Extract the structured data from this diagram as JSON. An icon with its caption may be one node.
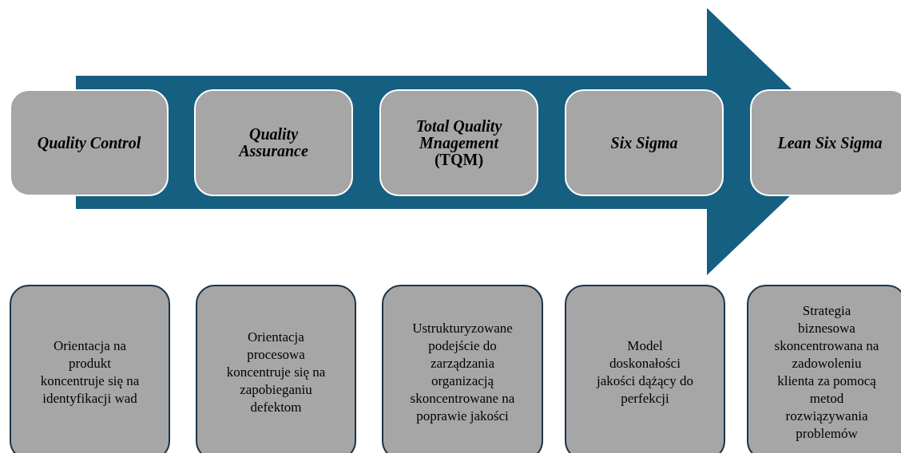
{
  "diagram": {
    "nodes": [
      {
        "text": [
          "Quality Control"
        ]
      },
      {
        "text": [
          "Quality Assurance"
        ]
      },
      {
        "text": [
          "*Total Quality Mnagement* (TQM)"
        ]
      },
      {
        "text": [
          "Six Sigma"
        ]
      },
      {
        "text": [
          "Lean Six Sigma"
        ]
      },
      {
        "text": [
          "Orientacja na produkt koncentruje się na identyfikacji wad"
        ]
      },
      {
        "text": [
          "Orientacja procesowa koncentruje się na zapobieganiu defektom"
        ]
      },
      {
        "text": [
          "Ustrukturyzowane podejście do zarządzania organizacją skoncentrowane na poprawie jakości"
        ]
      },
      {
        "text": [
          "Model doskonałości jakości dążący do perfekcji"
        ]
      },
      {
        "text": [
          "Strategia biznesowa skoncentrowana na zadowoleniu klienta za pomocą metod rozwiązywania problemów"
        ]
      }
    ],
    "edges": [
      {
        "from": 0,
        "to": 4,
        "arrow": "to"
      }
    ]
  }
}
